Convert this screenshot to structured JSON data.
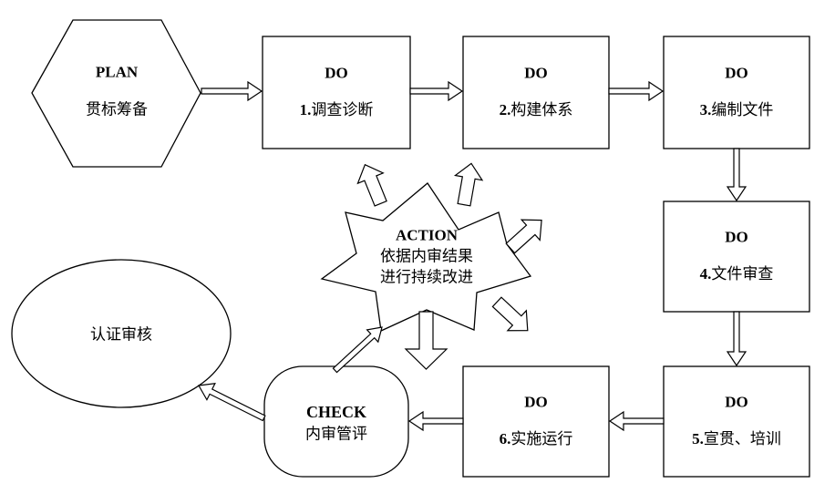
{
  "diagram": {
    "type": "pdca-flowchart",
    "nodes": {
      "plan": {
        "title": "PLAN",
        "subtitle": "贯标筹备"
      },
      "do1": {
        "title": "DO",
        "number": "1.",
        "text": "调查诊断"
      },
      "do2": {
        "title": "DO",
        "number": "2.",
        "text": "构建体系"
      },
      "do3": {
        "title": "DO",
        "number": "3.",
        "text": "编制文件"
      },
      "do4": {
        "title": "DO",
        "number": "4.",
        "text": "文件审查"
      },
      "do5": {
        "title": "DO",
        "number": "5.",
        "text": "宣贯、培训"
      },
      "do6": {
        "title": "DO",
        "number": "6.",
        "text": "实施运行"
      },
      "check": {
        "title": "CHECK",
        "subtitle": "内审管评"
      },
      "action": {
        "title": "ACTION",
        "line1": "依据内审结果",
        "line2": "进行持续改进"
      },
      "certification": {
        "text": "认证审核"
      }
    },
    "colors": {
      "line": "#000000",
      "fill": "#ffffff",
      "text": "#000000",
      "background": "#ffffff"
    }
  }
}
